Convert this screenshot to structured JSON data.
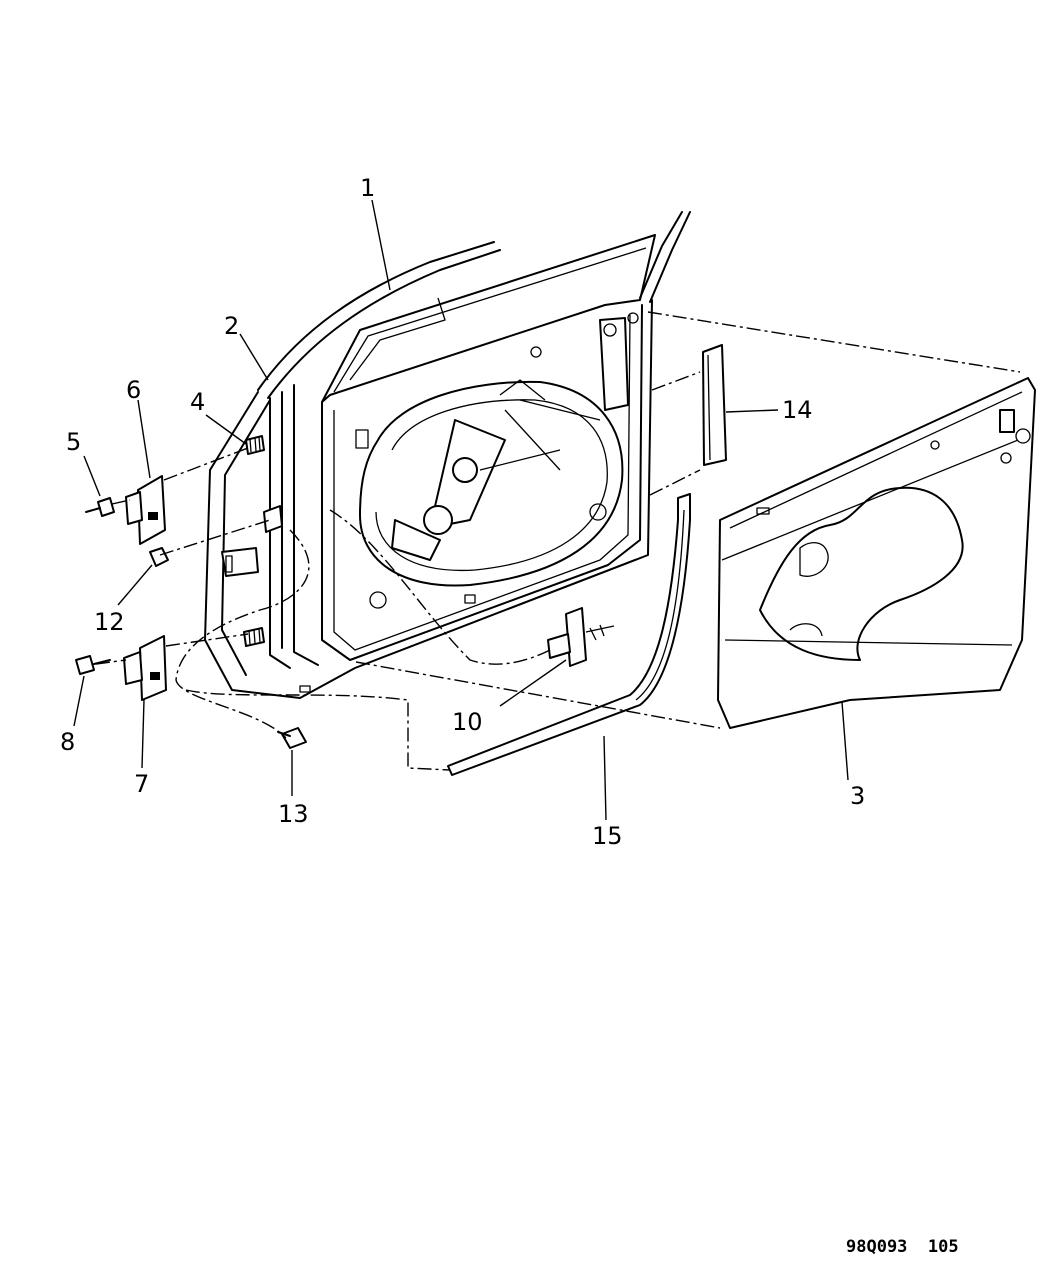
{
  "callouts": {
    "c1": "1",
    "c2": "2",
    "c3": "3",
    "c4": "4",
    "c5": "5",
    "c6": "6",
    "c7": "7",
    "c8": "8",
    "c10": "10",
    "c12": "12",
    "c13": "13",
    "c14": "14",
    "c15": "15"
  },
  "reference_code": "98Q093  105"
}
